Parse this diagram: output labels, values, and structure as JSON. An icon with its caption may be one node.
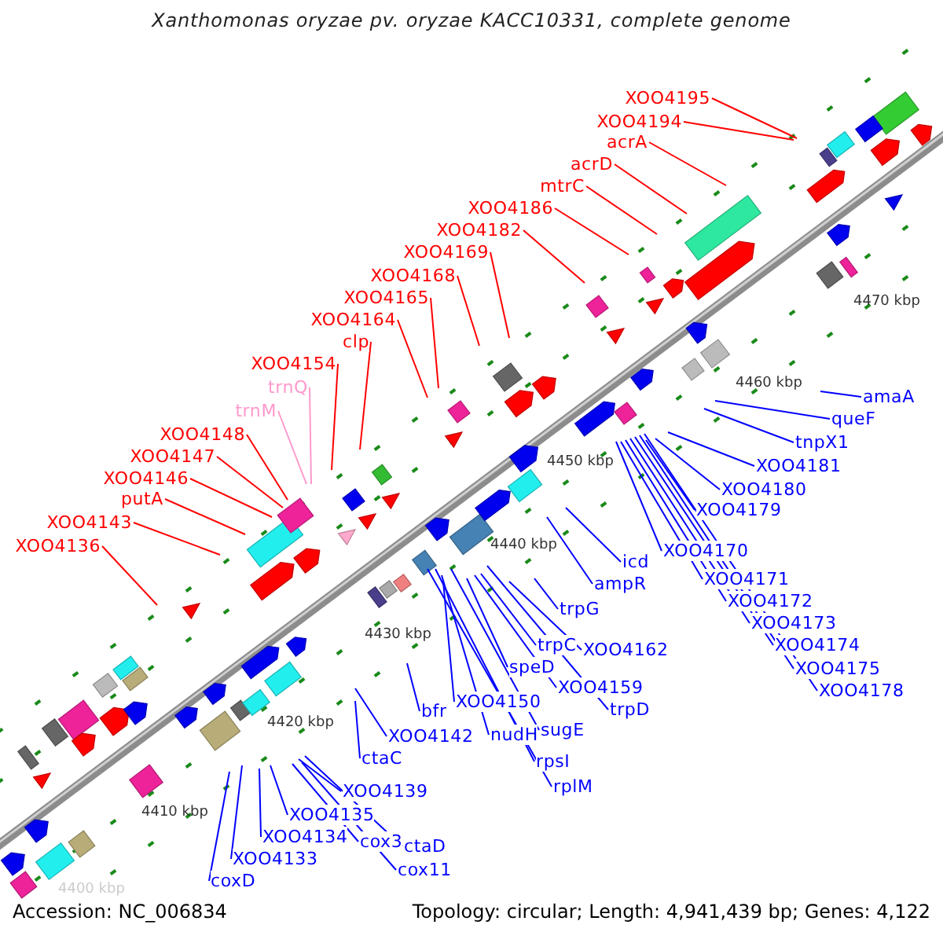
{
  "diagram": {
    "title": "Xanthomonas oryzae pv. oryzae KACC10331, complete genome",
    "nodes": [
      {
        "text": [
          "XOO4195"
        ]
      },
      {
        "text": [
          "XOO4194"
        ]
      },
      {
        "text": [
          "acrA"
        ]
      },
      {
        "text": [
          "acrD"
        ]
      },
      {
        "text": [
          "mtrC"
        ]
      },
      {
        "text": [
          "XOO4186"
        ]
      },
      {
        "text": [
          "XOO4182"
        ]
      },
      {
        "text": [
          "XOO4169"
        ]
      },
      {
        "text": [
          "XOO4168"
        ]
      },
      {
        "text": [
          "XOO4165"
        ]
      },
      {
        "text": [
          "XOO4164"
        ]
      },
      {
        "text": [
          "clp"
        ]
      },
      {
        "text": [
          "XOO4154"
        ]
      },
      {
        "text": [
          "trnQ"
        ]
      },
      {
        "text": [
          "trnM"
        ]
      },
      {
        "text": [
          "XOO4148"
        ]
      },
      {
        "text": [
          "XOO4147"
        ]
      },
      {
        "text": [
          "XOO4146"
        ]
      },
      {
        "text": [
          "putA"
        ]
      },
      {
        "text": [
          "XOO4143"
        ]
      },
      {
        "text": [
          "XOO4136"
        ]
      },
      {
        "text": [
          "amaA"
        ]
      },
      {
        "text": [
          "queF"
        ]
      },
      {
        "text": [
          "tnpX1"
        ]
      },
      {
        "text": [
          "XOO4181"
        ]
      },
      {
        "text": [
          "XOO4180"
        ]
      },
      {
        "text": [
          "XOO4179"
        ]
      },
      {
        "text": [
          "XOO4170"
        ]
      },
      {
        "text": [
          "XOO4171"
        ]
      },
      {
        "text": [
          "XOO4172"
        ]
      },
      {
        "text": [
          "XOO4173"
        ]
      },
      {
        "text": [
          "XOO4174"
        ]
      },
      {
        "text": [
          "XOO4175"
        ]
      },
      {
        "text": [
          "XOO4178"
        ]
      },
      {
        "text": [
          "icd"
        ]
      },
      {
        "text": [
          "ampR"
        ]
      },
      {
        "text": [
          "trpG"
        ]
      },
      {
        "text": [
          "trpC"
        ]
      },
      {
        "text": [
          "XOO4162"
        ]
      },
      {
        "text": [
          "speD"
        ]
      },
      {
        "text": [
          "XOO4159"
        ]
      },
      {
        "text": [
          "trpD"
        ]
      },
      {
        "text": [
          "XOO4150"
        ]
      },
      {
        "text": [
          "bfr"
        ]
      },
      {
        "text": [
          "sugE"
        ]
      },
      {
        "text": [
          "nudH"
        ]
      },
      {
        "text": [
          "rpsI"
        ]
      },
      {
        "text": [
          "rplM"
        ]
      },
      {
        "text": [
          "XOO4142"
        ]
      },
      {
        "text": [
          "ctaC"
        ]
      },
      {
        "text": [
          "XOO4139"
        ]
      },
      {
        "text": [
          "XOO4135"
        ]
      },
      {
        "text": [
          "cox3"
        ]
      },
      {
        "text": [
          "ctaD"
        ]
      },
      {
        "text": [
          "XOO4134"
        ]
      },
      {
        "text": [
          "cox11"
        ]
      },
      {
        "text": [
          "XOO4133"
        ]
      },
      {
        "text": [
          "coxD"
        ]
      }
    ],
    "edges": [
      {
        "from": 0,
        "to": null,
        "arrow": "none",
        "color": "#ff0000"
      },
      {
        "from": 1,
        "to": null,
        "arrow": "none",
        "color": "#ff0000"
      },
      {
        "from": 2,
        "to": null,
        "arrow": "none",
        "color": "#ff0000"
      },
      {
        "from": 3,
        "to": null,
        "arrow": "none",
        "color": "#ff0000"
      },
      {
        "from": 4,
        "to": null,
        "arrow": "none",
        "color": "#ff0000"
      },
      {
        "from": 5,
        "to": null,
        "arrow": "none",
        "color": "#ff0000"
      },
      {
        "from": 6,
        "to": null,
        "arrow": "none",
        "color": "#ff0000"
      },
      {
        "from": 7,
        "to": null,
        "arrow": "none",
        "color": "#ff0000"
      },
      {
        "from": 8,
        "to": null,
        "arrow": "none",
        "color": "#ff0000"
      },
      {
        "from": 9,
        "to": null,
        "arrow": "none",
        "color": "#ff0000"
      },
      {
        "from": 10,
        "to": null,
        "arrow": "none",
        "color": "#ff0000"
      },
      {
        "from": 11,
        "to": null,
        "arrow": "none",
        "color": "#ff0000"
      },
      {
        "from": 12,
        "to": null,
        "arrow": "none",
        "color": "#ff0000"
      },
      {
        "from": 13,
        "to": null,
        "arrow": "none",
        "color": "#ff99cc"
      },
      {
        "from": 14,
        "to": null,
        "arrow": "none",
        "color": "#ff99cc"
      },
      {
        "from": 15,
        "to": null,
        "arrow": "none",
        "color": "#ff0000"
      },
      {
        "from": 16,
        "to": null,
        "arrow": "none",
        "color": "#ff0000"
      },
      {
        "from": 17,
        "to": null,
        "arrow": "none",
        "color": "#ff0000"
      },
      {
        "from": 18,
        "to": null,
        "arrow": "none",
        "color": "#ff0000"
      },
      {
        "from": 19,
        "to": null,
        "arrow": "none",
        "color": "#ff0000"
      },
      {
        "from": 20,
        "to": null,
        "arrow": "none",
        "color": "#ff0000"
      },
      {
        "from": 21,
        "to": null,
        "arrow": "none"
      },
      {
        "from": 22,
        "to": null,
        "arrow": "none"
      },
      {
        "from": 23,
        "to": null,
        "arrow": "none"
      },
      {
        "from": 24,
        "to": null,
        "arrow": "none"
      },
      {
        "from": 25,
        "to": null,
        "arrow": "none"
      },
      {
        "from": 26,
        "to": null,
        "arrow": "none"
      },
      {
        "from": 27,
        "to": null,
        "arrow": "none"
      },
      {
        "from": 28,
        "to": null,
        "arrow": "none"
      },
      {
        "from": 29,
        "to": null,
        "arrow": "none"
      },
      {
        "from": 30,
        "to": null,
        "arrow": "none"
      },
      {
        "from": 31,
        "to": null,
        "arrow": "none"
      },
      {
        "from": 32,
        "to": null,
        "arrow": "none"
      },
      {
        "from": 33,
        "to": null,
        "arrow": "none"
      },
      {
        "from": 34,
        "to": null,
        "arrow": "none"
      },
      {
        "from": 35,
        "to": null,
        "arrow": "none"
      },
      {
        "from": 36,
        "to": null,
        "arrow": "none"
      },
      {
        "from": 37,
        "to": null,
        "arrow": "none"
      },
      {
        "from": 38,
        "to": null,
        "arrow": "none"
      },
      {
        "from": 39,
        "to": null,
        "arrow": "none"
      },
      {
        "from": 40,
        "to": null,
        "arrow": "none"
      },
      {
        "from": 41,
        "to": null,
        "arrow": "none"
      },
      {
        "from": 42,
        "to": null,
        "arrow": "none"
      },
      {
        "from": 43,
        "to": null,
        "arrow": "none"
      },
      {
        "from": 44,
        "to": null,
        "arrow": "none"
      },
      {
        "from": 45,
        "to": null,
        "arrow": "none"
      },
      {
        "from": 46,
        "to": null,
        "arrow": "none"
      },
      {
        "from": 47,
        "to": null,
        "arrow": "none"
      },
      {
        "from": 48,
        "to": null,
        "arrow": "none"
      },
      {
        "from": 49,
        "to": null,
        "arrow": "none"
      },
      {
        "from": 50,
        "to": null,
        "arrow": "none"
      },
      {
        "from": 51,
        "to": null,
        "arrow": "none"
      },
      {
        "from": 52,
        "to": null,
        "arrow": "none"
      },
      {
        "from": 53,
        "to": null,
        "arrow": "none"
      },
      {
        "from": 54,
        "to": null,
        "arrow": "none"
      },
      {
        "from": 55,
        "to": null,
        "arrow": "none"
      },
      {
        "from": 56,
        "to": null,
        "arrow": "none"
      },
      {
        "from": 57,
        "to": null,
        "arrow": "none"
      }
    ],
    "labels": [
      "4470 kbp",
      "4460 kbp",
      "4450 kbp",
      "4440 kbp",
      "4430 kbp",
      "4420 kbp",
      "4410 kbp",
      "4400 kbp",
      "Accession: NC_006834",
      "Topology: circular; Length: 4,941,439 bp; Genes: 4,122"
    ]
  }
}
